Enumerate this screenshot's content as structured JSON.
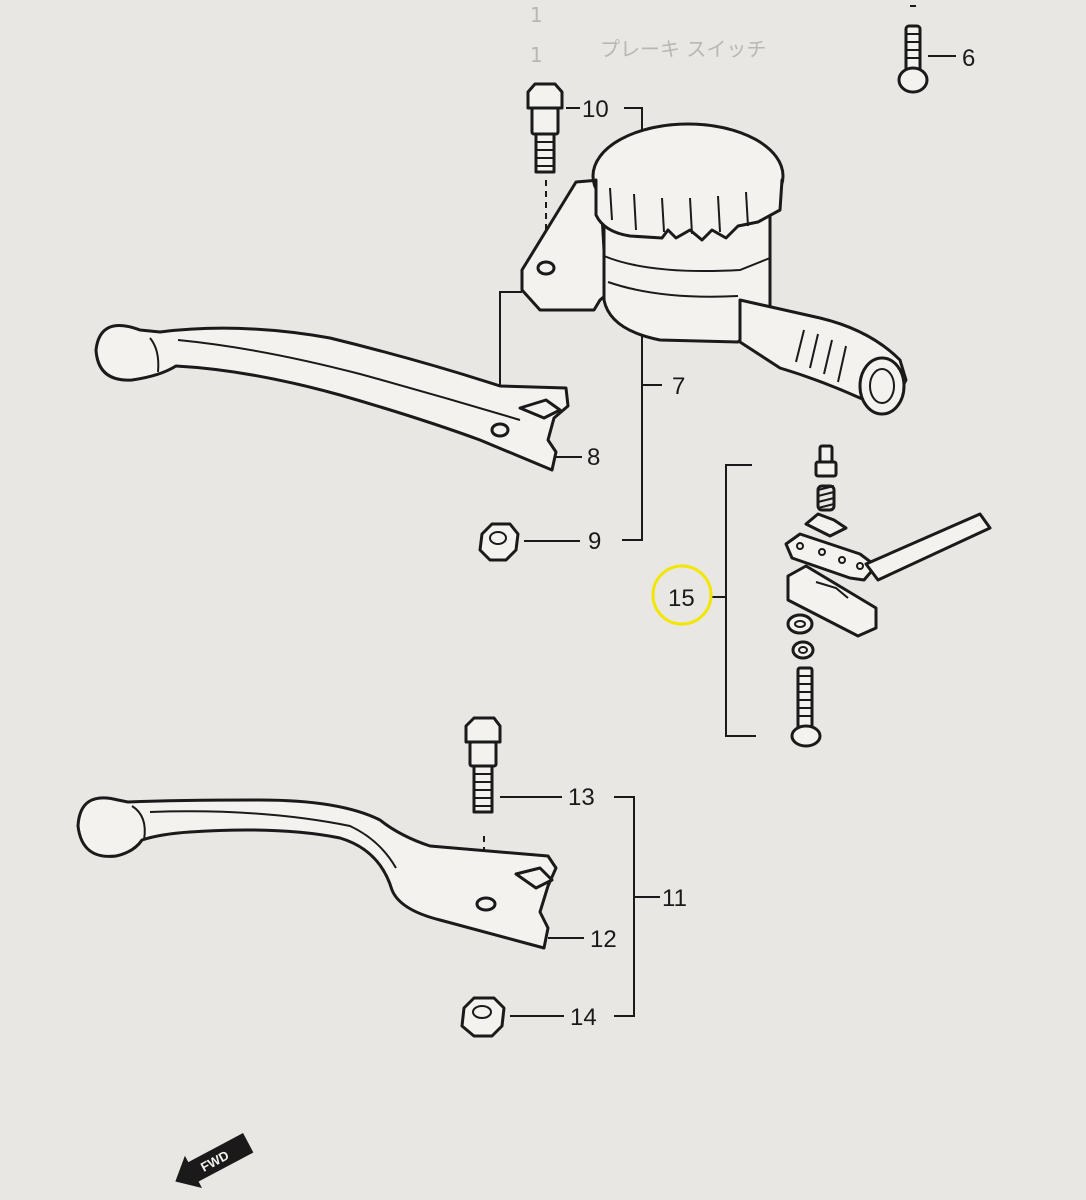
{
  "diagram": {
    "part_labels": {
      "p6": "6",
      "p7": "7",
      "p8": "8",
      "p9": "9",
      "p10": "10",
      "p11": "11",
      "p12": "12",
      "p13": "13",
      "p14": "14",
      "p15": "15"
    },
    "direction_arrow_label": "FWD",
    "bleed_through_text": [
      "1",
      "プレーキ スイッチ",
      "1"
    ],
    "highlight_color": "#f3e600",
    "ink_color": "#1a1a1a",
    "paper_color": "#e8e7e3"
  }
}
